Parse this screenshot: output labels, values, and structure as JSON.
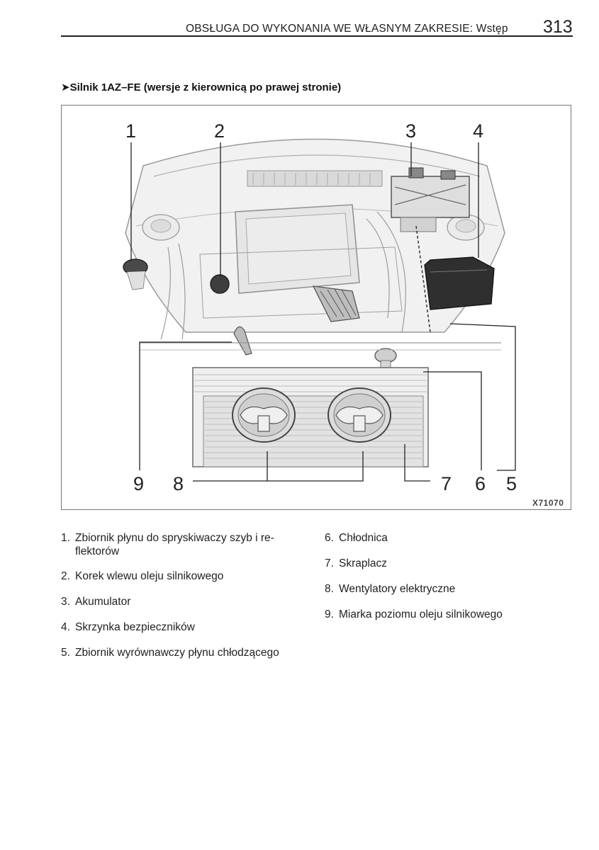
{
  "header": {
    "section_title": "OBSŁUGA DO WYKONANIA WE WŁASNYM ZAKRESIE: Wstęp",
    "page_number": "313"
  },
  "section": {
    "heading": "➤Silnik 1AZ–FE (wersje z kierownicą po prawej stronie)"
  },
  "figure": {
    "code": "X71070",
    "callouts": [
      "1",
      "2",
      "3",
      "4",
      "5",
      "6",
      "7",
      "8",
      "9"
    ]
  },
  "legend": {
    "left": [
      {
        "num": "1.",
        "line1": "Zbiornik płynu do spryskiwaczy szyb i re-",
        "line2": "flektorów"
      },
      {
        "num": "2.",
        "line1": "Korek wlewu oleju silnikowego"
      },
      {
        "num": "3.",
        "line1": "Akumulator"
      },
      {
        "num": "4.",
        "line1": "Skrzynka bezpieczników"
      },
      {
        "num": "5.",
        "line1": "Zbiornik wyrównawczy płynu chłodzącego"
      }
    ],
    "right": [
      {
        "num": "6.",
        "line1": "Chłodnica"
      },
      {
        "num": "7.",
        "line1": "Skraplacz"
      },
      {
        "num": "8.",
        "line1": "Wentylatory elektryczne"
      },
      {
        "num": "9.",
        "line1": "Miarka poziomu oleju silnikowego"
      }
    ]
  }
}
